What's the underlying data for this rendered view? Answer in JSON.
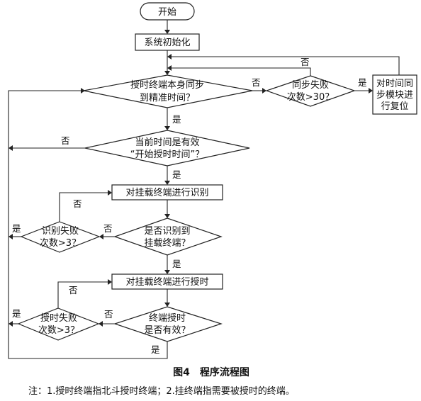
{
  "nodes": {
    "start": "开始",
    "init": "系统初始化",
    "self_sync": [
      "授时终端本身同步",
      "到精准时间？"
    ],
    "sync_fail": [
      "同步失败",
      "次数>30？"
    ],
    "reset": [
      "对时间同",
      "步模块进",
      "行复位"
    ],
    "time_valid": [
      "当前时间是有效",
      "“开始授时时间”？"
    ],
    "identify": "对挂载终端进行识别",
    "identified": [
      "是否识别到",
      "挂载终端？"
    ],
    "identify_fail": [
      "识别失败",
      "次数>3？"
    ],
    "timing": "对挂载终端进行授时",
    "timing_valid": [
      "终端授时",
      "是否有效？"
    ],
    "timing_fail": [
      "授时失败",
      "次数>3？"
    ]
  },
  "labels": {
    "yes": "是",
    "no": "否"
  },
  "caption": "图4　程序流程图",
  "note": "注：1.授时终端指北斗授时终端；2.挂终端指需要被授时的终端。"
}
